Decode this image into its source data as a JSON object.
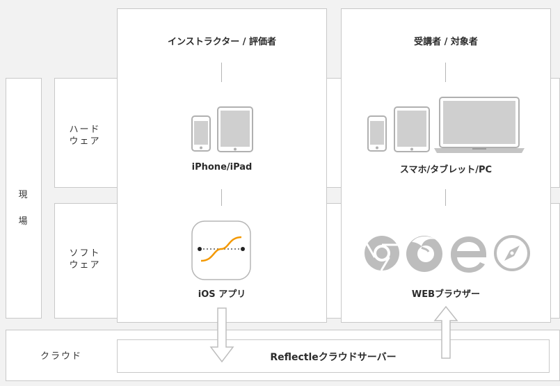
{
  "column_left": {
    "title": "インストラクター / 評価者",
    "hardware_label": "iPhone/iPad",
    "software_label": "iOS アプリ",
    "hardware_icons": [
      "phone-icon",
      "tablet-icon"
    ],
    "software_icon": "app-icon"
  },
  "column_right": {
    "title": "受講者 / 対象者",
    "hardware_label": "スマホ/タブレット/PC",
    "software_label": "WEBブラウザー",
    "hardware_icons": [
      "phone-icon",
      "tablet-icon",
      "laptop-icon"
    ],
    "browser_icons": [
      "chrome-icon",
      "firefox-icon",
      "ie-icon",
      "safari-icon"
    ]
  },
  "rows": {
    "field_l1": "現",
    "field_l2": "場",
    "hardware_l1": "ハード",
    "hardware_l2": "ウェア",
    "software_l1": "ソフト",
    "software_l2": "ウェア",
    "cloud": "クラウド"
  },
  "server_label": "Reflectleクラウドサーバー",
  "colors": {
    "accent": "#f39800",
    "box_border": "#c8c8c8",
    "icon_gray": "#b0b0b0"
  }
}
